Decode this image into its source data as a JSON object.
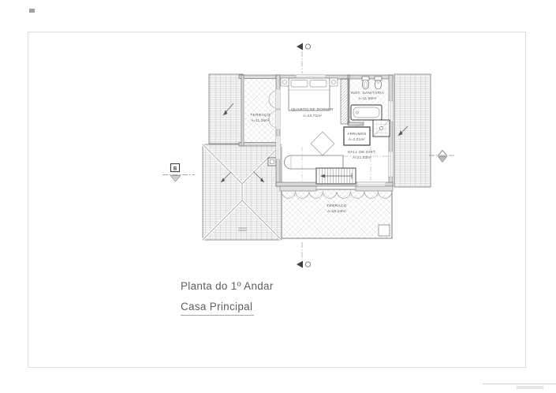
{
  "sheet": {
    "title": "Planta do 1º Andar",
    "subtitle": "Casa Principal"
  },
  "rooms": {
    "terrace_top": {
      "name": "TERRAÇO",
      "area": "A=11,36m²"
    },
    "bedroom": {
      "name": "QUARTO DE DORMIR",
      "area": "A=22,71m²"
    },
    "bathroom": {
      "name": "INST. SANITÁRIA",
      "area": "A=11,56m²"
    },
    "storage": {
      "name": "ARRUMOS",
      "area": "A=2,01m²"
    },
    "hall": {
      "name": "HALL DE DIST.",
      "area": "A=21,53m²"
    },
    "terrace_bottom": {
      "name": "TERRAÇO",
      "area": "A=30,24m²"
    }
  },
  "markers": {
    "section_b_label": "B"
  },
  "colors": {
    "line_dark": "#4a4a4a",
    "wall_fill": "#d9d9d9",
    "roof_hatch": "#9b9b9b",
    "floor_hatch": "#cfcfcf",
    "text": "#555555"
  }
}
